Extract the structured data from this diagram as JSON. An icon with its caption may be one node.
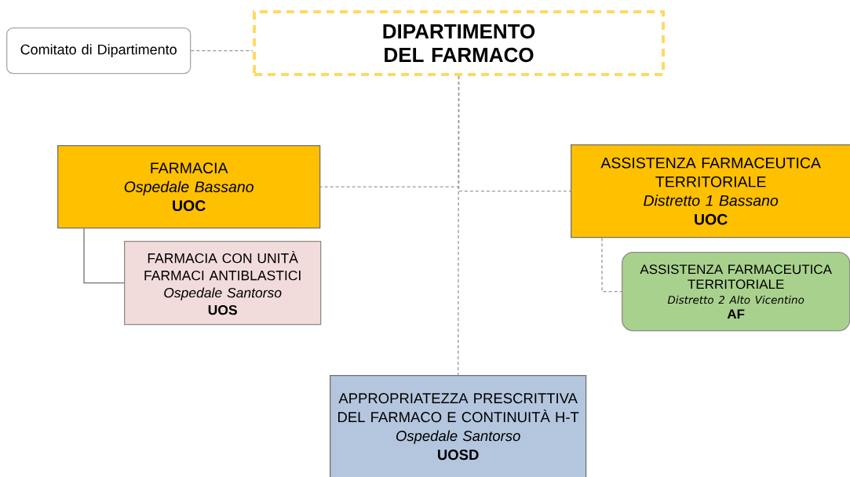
{
  "diagram": {
    "nodes": [
      {
        "text": [
          "Comitato di Dipartimento"
        ]
      },
      {
        "text": [
          "DIPARTIMENTO DEL FARMACO"
        ]
      },
      {
        "text": [
          "FARMACIA",
          "Ospedale Bassano",
          "UOC"
        ]
      },
      {
        "text": [
          "FARMACIA CON UNITÀ FARMACI ANTIBLASTICI",
          "Ospedale Santorso",
          "UOS"
        ]
      },
      {
        "text": [
          "ASSISTENZA FARMACEUTICA TERRITORIALE",
          "Distretto 1 Bassano",
          "UOC"
        ]
      },
      {
        "text": [
          "ASSISTENZA FARMACEUTICA TERRITORIALE",
          "Distretto 2 Alto Vicentino",
          "AF"
        ]
      },
      {
        "text": [
          "APPROPRIATEZZA PRESCRITTIVA DEL FARMACO E CONTINUITÀ H-T",
          "Ospedale Santorso",
          "UOSD"
        ]
      }
    ],
    "edges": [
      {
        "from": 0,
        "to": 1,
        "arrow": "none",
        "style": "dashed"
      },
      {
        "from": 1,
        "to": 2,
        "arrow": "none",
        "style": "dashed"
      },
      {
        "from": 1,
        "to": 4,
        "arrow": "none",
        "style": "dashed"
      },
      {
        "from": 1,
        "to": 6,
        "arrow": "none",
        "style": "dashed"
      },
      {
        "from": 2,
        "to": 3,
        "arrow": "none"
      },
      {
        "from": 4,
        "to": 5,
        "arrow": "none",
        "style": "dashed"
      }
    ]
  }
}
